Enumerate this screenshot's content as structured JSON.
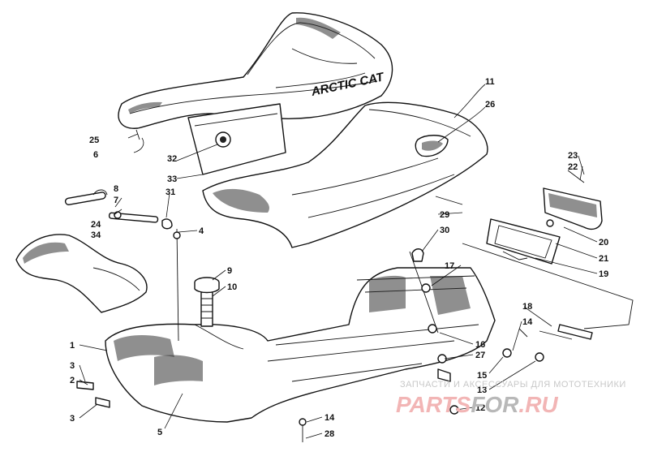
{
  "brand_text": "ARCTIC CAT",
  "watermark": {
    "caption": "ЗАПЧАСТИ И АКСЕССУАРЫ ДЛЯ МОТОТЕХНИКИ",
    "logo_part1": "PARTS",
    "logo_part2": "FOR",
    "logo_part3": ".RU"
  },
  "callouts": [
    {
      "id": "c1",
      "label": "1"
    },
    {
      "id": "c2",
      "label": "2"
    },
    {
      "id": "c3a",
      "label": "3"
    },
    {
      "id": "c3b",
      "label": "3"
    },
    {
      "id": "c4",
      "label": "4"
    },
    {
      "id": "c5",
      "label": "5"
    },
    {
      "id": "c6",
      "label": "6"
    },
    {
      "id": "c7",
      "label": "7"
    },
    {
      "id": "c8",
      "label": "8"
    },
    {
      "id": "c9",
      "label": "9"
    },
    {
      "id": "c10",
      "label": "10"
    },
    {
      "id": "c11",
      "label": "11"
    },
    {
      "id": "c12",
      "label": "12"
    },
    {
      "id": "c13",
      "label": "13"
    },
    {
      "id": "c14a",
      "label": "14"
    },
    {
      "id": "c14b",
      "label": "14"
    },
    {
      "id": "c15",
      "label": "15"
    },
    {
      "id": "c16",
      "label": "16"
    },
    {
      "id": "c17",
      "label": "17"
    },
    {
      "id": "c18",
      "label": "18"
    },
    {
      "id": "c19",
      "label": "19"
    },
    {
      "id": "c20",
      "label": "20"
    },
    {
      "id": "c21",
      "label": "21"
    },
    {
      "id": "c22",
      "label": "22"
    },
    {
      "id": "c23",
      "label": "23"
    },
    {
      "id": "c24",
      "label": "24"
    },
    {
      "id": "c25",
      "label": "25"
    },
    {
      "id": "c26",
      "label": "26"
    },
    {
      "id": "c27",
      "label": "27"
    },
    {
      "id": "c28",
      "label": "28"
    },
    {
      "id": "c29",
      "label": "29"
    },
    {
      "id": "c30",
      "label": "30"
    },
    {
      "id": "c31",
      "label": "31"
    },
    {
      "id": "c32",
      "label": "32"
    },
    {
      "id": "c33",
      "label": "33"
    },
    {
      "id": "c34",
      "label": "34"
    }
  ]
}
